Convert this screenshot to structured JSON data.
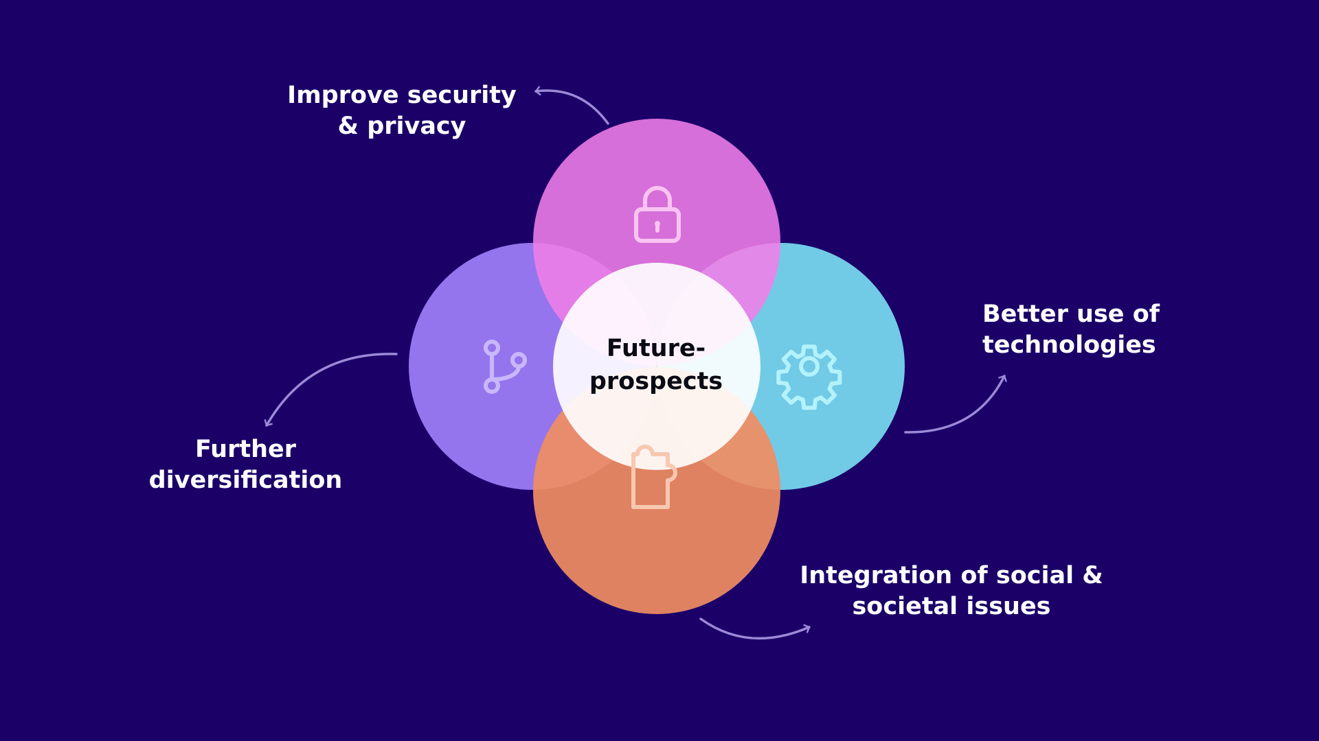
{
  "diagram": {
    "center": {
      "line1": "Future-",
      "line2": "prospects"
    },
    "petals": [
      {
        "id": "top",
        "icon": "lock-icon",
        "color": "#f07ee8"
      },
      {
        "id": "right",
        "icon": "gear-icon",
        "color": "#7de6f7"
      },
      {
        "id": "bottom",
        "icon": "puzzle-icon",
        "color": "#f08d62"
      },
      {
        "id": "left",
        "icon": "git-branch-icon",
        "color": "#a07ff8"
      }
    ],
    "labels": {
      "security": {
        "line1": "Improve security",
        "line2": "& privacy"
      },
      "technologies": {
        "line1": "Better use of",
        "line2": "technologies"
      },
      "diversification": {
        "line1": "Further",
        "line2": "diversification"
      },
      "social": {
        "line1": "Integration of social &",
        "line2": "societal issues"
      }
    },
    "colors": {
      "background": "#1b0068",
      "arrow": "#9c8ad8",
      "center": "#ffffff"
    }
  }
}
